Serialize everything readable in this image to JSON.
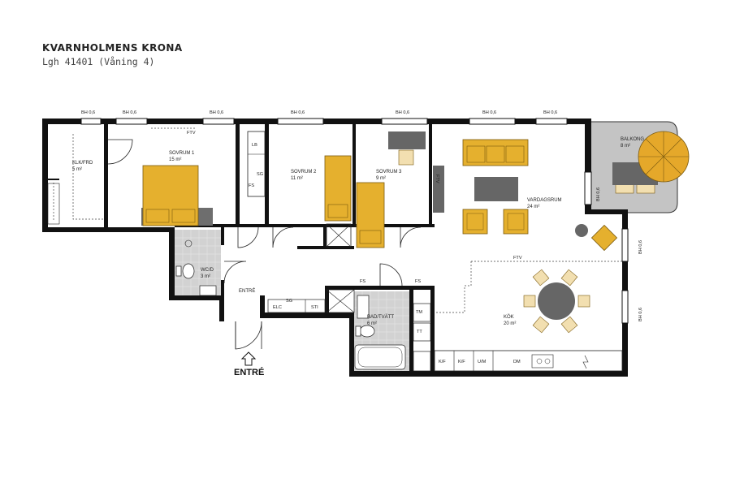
{
  "header": {
    "project": "KVARNHOLMENS KRONA",
    "unit": "Lgh 41401 (Våning 4)"
  },
  "window_labels": [
    "BH 0,6",
    "BH 0,6",
    "BH 0,6",
    "BH 0,6",
    "BH 0,6",
    "BH 0,6",
    "BH 0,6",
    "BH 0,6",
    "BH 0,6",
    "BH 0,6"
  ],
  "rooms": {
    "klk": {
      "name": "KLK/FRD",
      "area": "5 m²"
    },
    "sovrum1": {
      "name": "SOVRUM 1",
      "area": "15 m²"
    },
    "sovrum2": {
      "name": "SOVRUM 2",
      "area": "11 m²"
    },
    "sovrum3": {
      "name": "SOVRUM 3",
      "area": "9 m²"
    },
    "vardagsrum": {
      "name": "VARDAGSRUM",
      "area": "24 m²"
    },
    "balkong": {
      "name": "BALKONG",
      "area": "8 m²"
    },
    "wcd": {
      "name": "WC/D",
      "area": "3 m²"
    },
    "badtvatt": {
      "name": "BAD/TVÄTT",
      "area": "6 m²"
    },
    "kok": {
      "name": "KÖK",
      "area": "20 m²"
    },
    "entre": {
      "name": "ENTRÉ"
    }
  },
  "fixtures": {
    "ftv1": "FTV",
    "ftv2": "FTV",
    "ftv3": "FTV",
    "lb": "LB",
    "sg1": "SG",
    "sg2": "SG",
    "fs1": "FS",
    "fs2": "FS",
    "fs3": "FS",
    "elc": "ELC",
    "sti": "STI",
    "tm": "TM",
    "tt": "TT",
    "kf1": "K/F",
    "kf2": "K/F",
    "um": "U/M",
    "dm": "DM"
  },
  "entrance_label": "ENTRÉ",
  "colors": {
    "wall": "#111111",
    "furniture_yellow": "#E5B02E",
    "furniture_gray": "#6a6a6a",
    "balcony": "#c8c8c8",
    "tile": "#d0d0d0",
    "umbrella": "#E5A82A"
  }
}
